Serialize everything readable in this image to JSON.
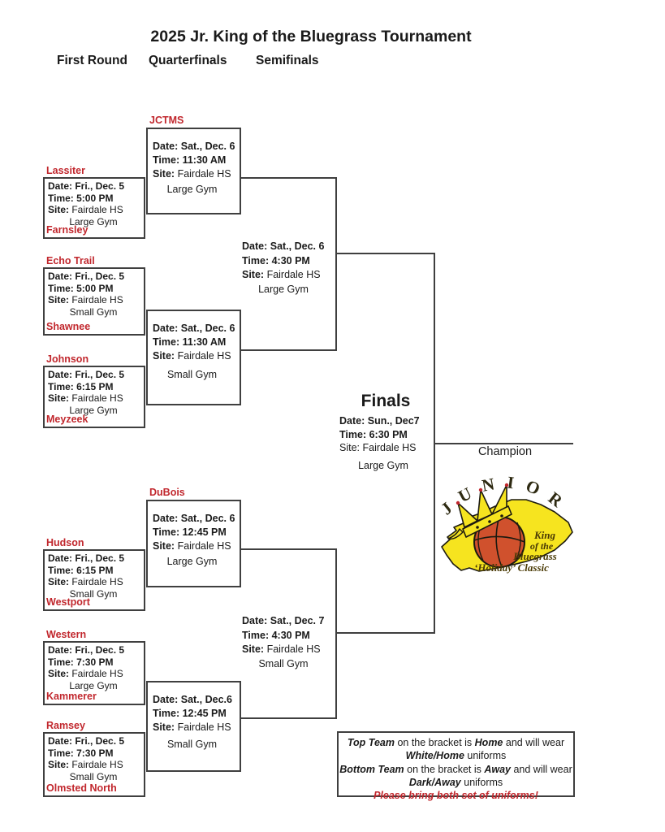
{
  "page": {
    "title": "2025 Jr. King of the Bluegrass Tournament",
    "rounds": {
      "r1": "First Round",
      "r2": "Quarterfinals",
      "r3": "Semifinals"
    }
  },
  "games": {
    "fr1": {
      "top": "Lassiter",
      "bottom": "Farnsley",
      "date": "Date: Fri., Dec. 5",
      "time": "Time: 5:00 PM",
      "site_label": "Site:",
      "site": " Fairdale HS",
      "gym": "Large Gym"
    },
    "fr2": {
      "top": "Echo Trail",
      "bottom": "Shawnee",
      "date": "Date: Fri., Dec. 5",
      "time": "Time: 5:00 PM",
      "site_label": "Site:",
      "site": " Fairdale HS",
      "gym": "Small Gym"
    },
    "fr3": {
      "top": "Johnson",
      "bottom": "Meyzeek",
      "date": "Date: Fri., Dec. 5",
      "time": "Time: 6:15 PM",
      "site_label": "Site:",
      "site": " Fairdale HS",
      "gym": "Large Gym"
    },
    "fr4": {
      "top": "Hudson",
      "bottom": "Westport",
      "date": "Date: Fri., Dec. 5",
      "time": "Time: 6:15 PM",
      "site_label": "Site:",
      "site": " Fairdale HS",
      "gym": "Small Gym"
    },
    "fr5": {
      "top": "Western",
      "bottom": "Kammerer",
      "date": "Date: Fri., Dec. 5",
      "time": "Time: 7:30 PM",
      "site_label": "Site:",
      "site": " Fairdale HS",
      "gym": "Large Gym"
    },
    "fr6": {
      "top": "Ramsey",
      "bottom": "Olmsted North",
      "date": "Date: Fri., Dec. 5",
      "time": "Time: 7:30 PM",
      "site_label": "Site:",
      "site": " Fairdale HS",
      "gym": "Small Gym"
    },
    "qf1": {
      "label": "JCTMS",
      "date": "Date: Sat., Dec. 6",
      "time": "Time: 11:30 AM",
      "site_label": "Site:",
      "site": " Fairdale HS",
      "gym": "Large Gym"
    },
    "qf2": {
      "date": "Date: Sat., Dec. 6",
      "time": "Time: 11:30 AM",
      "site_label": "Site:",
      "site": " Fairdale HS",
      "gym": "Small Gym"
    },
    "qf3": {
      "label": "DuBois",
      "date": "Date: Sat., Dec. 6",
      "time": "Time: 12:45 PM",
      "site_label": "Site:",
      "site": " Fairdale HS",
      "gym": "Large Gym"
    },
    "qf4": {
      "date": "Date: Sat., Dec.6",
      "time": "Time: 12:45 PM",
      "site_label": "Site:",
      "site": " Fairdale HS",
      "gym": "Small Gym"
    },
    "sf1": {
      "date": "Date: Sat., Dec. 6",
      "time": "Time: 4:30 PM",
      "site_label": "Site:",
      "site": " Fairdale HS",
      "gym": "Large Gym"
    },
    "sf2": {
      "date": "Date: Sat., Dec. 7",
      "time": "Time: 4:30 PM",
      "site_label": "Site:",
      "site": " Fairdale HS",
      "gym": "Small Gym"
    }
  },
  "finals": {
    "heading": "Finals",
    "date": "Date: Sun., Dec7",
    "time": "Time: 6:30 PM",
    "site": "Site: Fairdale HS",
    "gym": "Large Gym"
  },
  "champion_label": "Champion",
  "notes": {
    "l1b1": "Top Team",
    "l1t1": " on the bracket is ",
    "l1b2": "Home",
    "l1t2": " and will wear",
    "l2b1": "White/Home",
    "l2t1": " uniforms",
    "l3b1": "Bottom Team",
    "l3t1": " on the bracket is ",
    "l3b2": "Away",
    "l3t2": " and will wear",
    "l4b1": "Dark/Away",
    "l4t1": " uniforms",
    "l5": "Please bring both set of uniforms!"
  },
  "logo": {
    "arc": "JUNIOR",
    "king": "King",
    "of_the": "of the",
    "bluegrass": "Bluegrass",
    "holiday": "‘Holiday’ Classic"
  },
  "colors": {
    "team_red": "#c1272d",
    "warning_red": "#c1272d",
    "bracket_line": "#3f3f3f",
    "state_yellow": "#f6e41f",
    "ball_orange": "#d0512d",
    "logo_text": "#4a3a05"
  }
}
